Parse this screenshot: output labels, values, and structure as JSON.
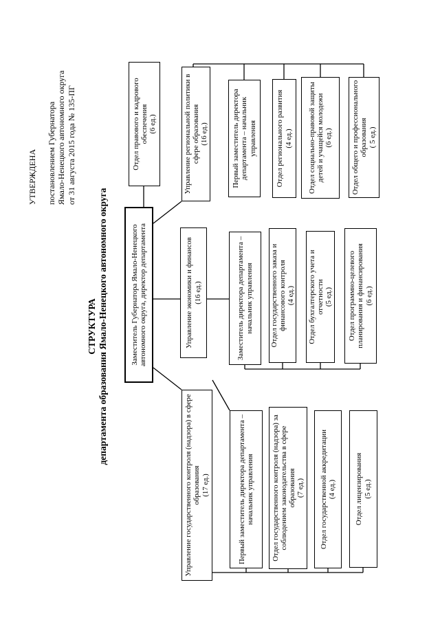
{
  "approval": {
    "line1": "УТВЕРЖДЕНА",
    "line2": "постановлением Губернатора",
    "line3": "Ямало-Ненецкого автономного округа",
    "line4": "от 31 августа 2015 года № 135-ПГ"
  },
  "title": {
    "line1": "СТРУКТУРА",
    "line2": "департамента образования Ямало-Ненецкого автономного округа"
  },
  "nodes": {
    "director": {
      "label": "Заместитель Губернатора Ямало-Ненецкого автономного округа, директор департамента",
      "staff": ""
    },
    "legal": {
      "label": "Отдел правового и кадрового обеспечения",
      "staff": "(6 ед.)"
    },
    "upr_regional": {
      "label": "Управление региональной политики в сфере образования",
      "staff": "(16 ед.)"
    },
    "upr_econ": {
      "label": "Управление экономики и финансов",
      "staff": "(16 ед.)"
    },
    "upr_control": {
      "label": "Управление государственного контроля (надзора) в сфере образования",
      "staff": "(17 ед.)"
    },
    "r1": {
      "label": "Первый заместитель директора департамента – начальник управления",
      "staff": ""
    },
    "r2": {
      "label": "Отдел регионального развития",
      "staff": "(4 ед.)"
    },
    "r3": {
      "label": "Отдел социально-правовой защиты детей и учащейся молодежи",
      "staff": "(6 ед.)"
    },
    "r4": {
      "label": "Отдел общего и профессионального образования",
      "staff": "( 5 ед.)"
    },
    "m1": {
      "label": "Заместитель директора департамента – начальник управления",
      "staff": ""
    },
    "m2": {
      "label": "Отдел государственного заказа и финансового контроля",
      "staff": "(4 ед.)"
    },
    "m3": {
      "label": "Отдел бухгалтерского учета и отчетности",
      "staff": "(5 ед.)"
    },
    "m4": {
      "label": "Отдел программно-целевого планирования и финансирования",
      "staff": "(6 ед.)"
    },
    "l1": {
      "label": "Первый заместитель директора департамента – начальник управления",
      "staff": ""
    },
    "l2": {
      "label": "Отдел государственного контроля (надзора) за соблюдением законодательства в сфере образования",
      "staff": "(7 ед.)"
    },
    "l3": {
      "label": "Отдел государственной аккредитации",
      "staff": "(4 ед.)"
    },
    "l4": {
      "label": "Отдел лицензирования",
      "staff": "(5 ед.)"
    }
  }
}
